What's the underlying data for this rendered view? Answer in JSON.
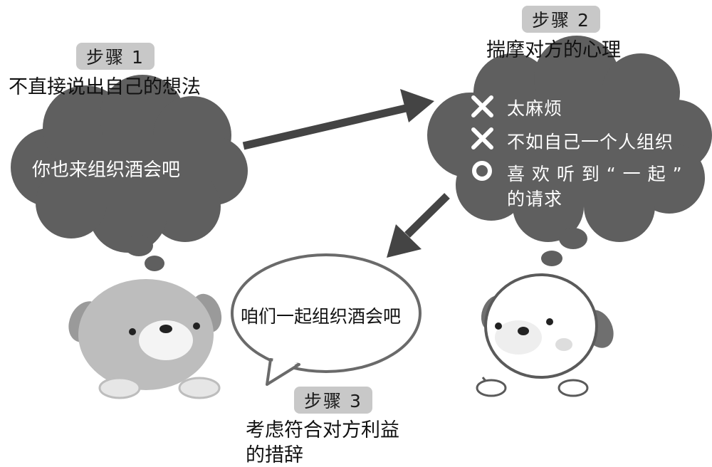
{
  "step1": {
    "badge": "步骤 1",
    "desc": "不直接说出自己的想法",
    "bubble": "你也来组织酒会吧"
  },
  "step2": {
    "badge": "步骤 2",
    "desc": "揣摩对方的心理",
    "items": [
      {
        "mark": "x-icon",
        "text": "太麻烦"
      },
      {
        "mark": "x-icon",
        "text": "不如自己一个人组织"
      },
      {
        "mark": "circle-icon",
        "text": "喜 欢 听 到 “ 一 起 ”"
      }
    ],
    "item3_cont": "的请求"
  },
  "step3": {
    "badge": "步骤 3",
    "desc_line1": "考虑符合对方利益",
    "desc_line2": "的措辞",
    "bubble": "咱们一起组织酒会吧"
  },
  "colors": {
    "cloud": "#5f5f5f",
    "arrow": "#444444",
    "badge": "#c8c8c8",
    "dog_left": "#bdbdbd",
    "dog_ear": "#9a9a9a"
  }
}
